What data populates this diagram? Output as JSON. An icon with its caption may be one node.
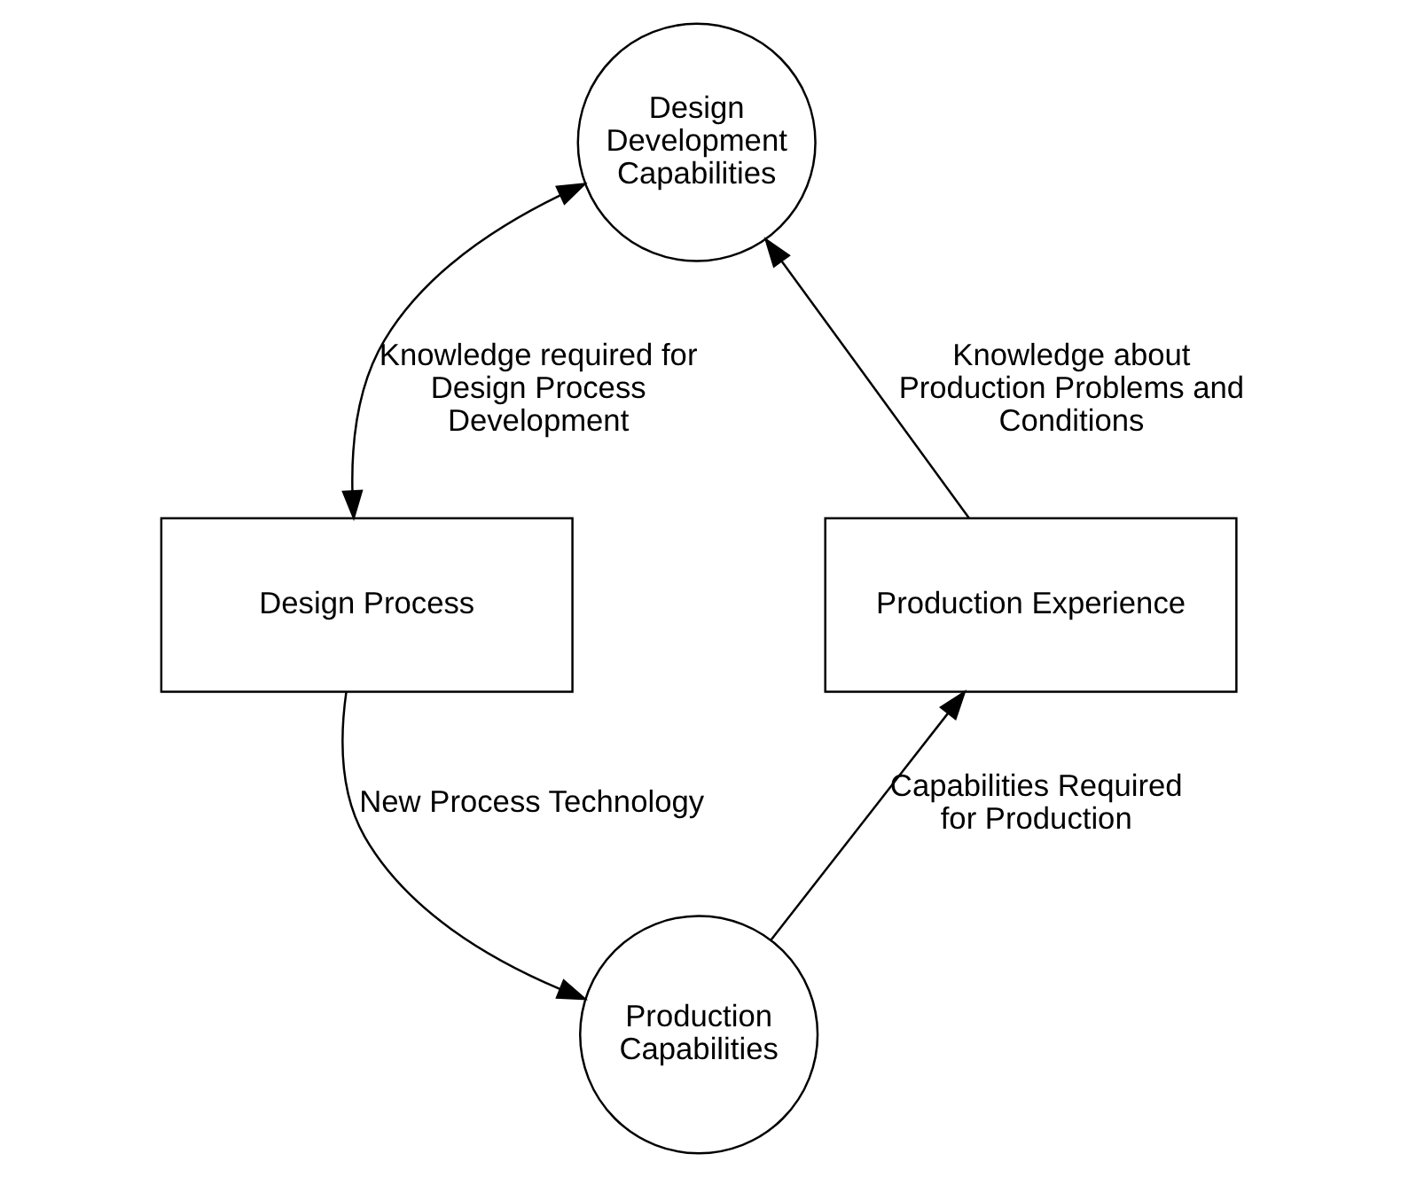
{
  "diagram": {
    "nodes": [
      {
        "text": [
          "Design Development Capabilities"
        ]
      },
      {
        "text": [
          "Design Process"
        ]
      },
      {
        "text": [
          "Production Experience"
        ]
      },
      {
        "text": [
          "Production Capabilities"
        ]
      }
    ],
    "edges": [
      {
        "from": 1,
        "to": 0,
        "arrow": "both",
        "label": "Knowledge required for Design Process Development"
      },
      {
        "from": 1,
        "to": 3,
        "arrow": "to",
        "label": "New Process Technology"
      },
      {
        "from": 3,
        "to": 2,
        "arrow": "to",
        "label": "Capabilities Required for Production"
      },
      {
        "from": 2,
        "to": 0,
        "arrow": "to",
        "label": "Knowledge about Production Problems and Conditions"
      }
    ]
  }
}
